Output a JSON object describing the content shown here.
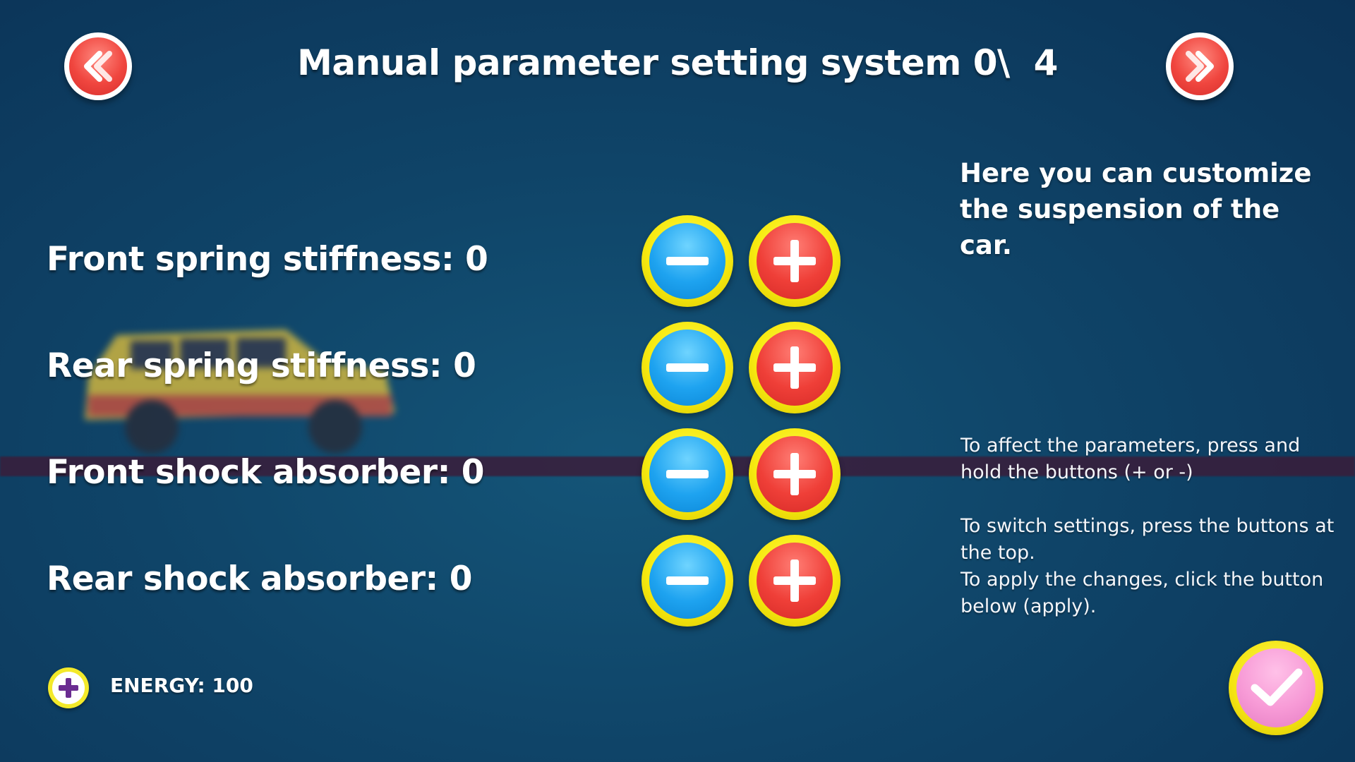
{
  "header": {
    "title": "Manual parameter setting system 0\\  4",
    "back_icon": "double-chevron-left",
    "forward_icon": "double-chevron-right"
  },
  "parameters": [
    {
      "label": "Front spring stiffness: 0"
    },
    {
      "label": "Rear spring stiffness: 0"
    },
    {
      "label": "Front shock absorber: 0"
    },
    {
      "label": "Rear shock absorber: 0"
    }
  ],
  "info": {
    "headline": "Here you can customize the suspension of the car.",
    "hint_hold": "To affect the parameters, press and hold the buttons (+ or -)",
    "hint_switch": "To switch settings, press the buttons at the top.",
    "hint_apply": "To apply the changes, click the button below (apply)."
  },
  "energy": {
    "label": "ENERGY: 100"
  },
  "colors": {
    "background": "#0f4468",
    "minus_button": "#1ea3f0",
    "plus_button": "#ef3f38",
    "button_ring": "#f7ea10",
    "apply_button": "#f79ad6"
  }
}
